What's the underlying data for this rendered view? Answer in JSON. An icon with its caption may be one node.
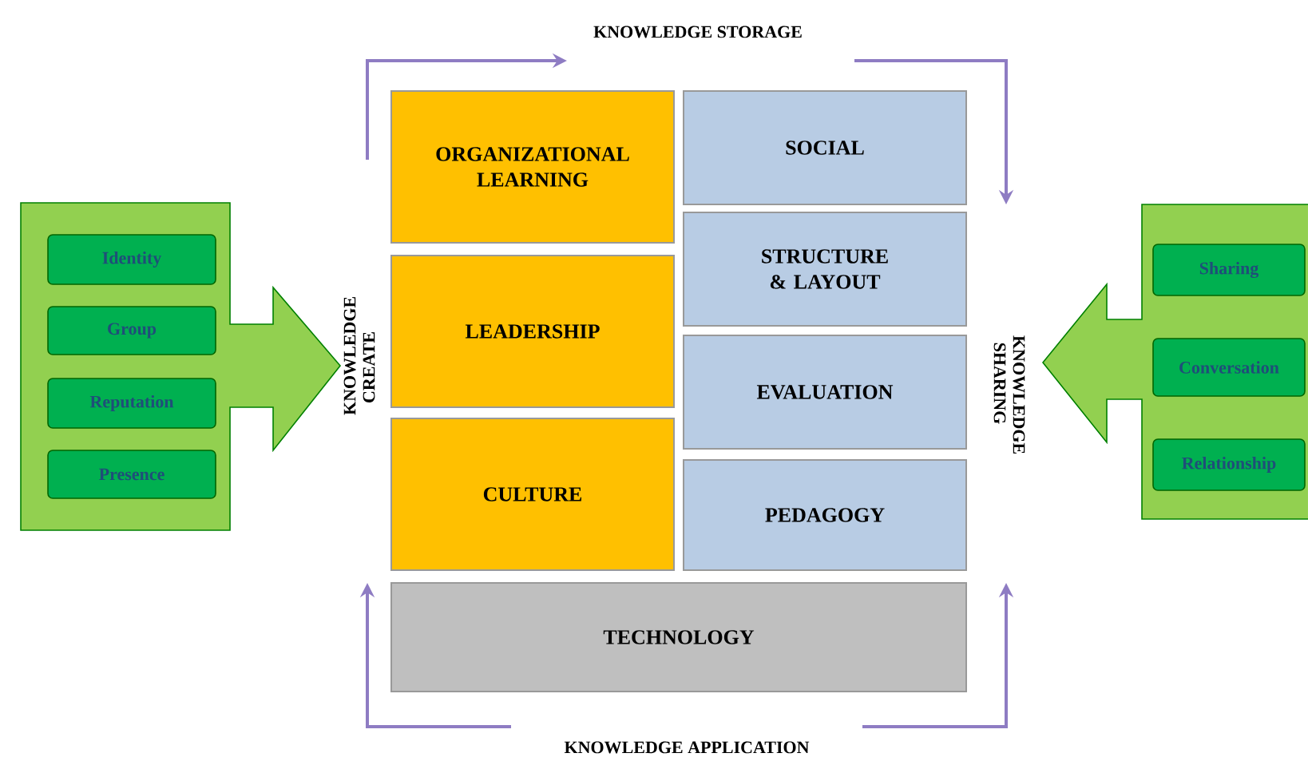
{
  "diagram": {
    "nodes": [
      {
        "text": [],
        "shape": "arrow"
      },
      {
        "text": [
          "Identity"
        ],
        "in": 0
      },
      {
        "text": [
          "Group"
        ],
        "in": 0
      },
      {
        "text": [
          "Reputation"
        ],
        "in": 0
      },
      {
        "text": [
          "Presence"
        ],
        "in": 0
      },
      {
        "text": [
          "ORGANIZATIONAL LEARNING"
        ]
      },
      {
        "text": [
          "LEADERSHIP"
        ]
      },
      {
        "text": [
          "CULTURE"
        ]
      },
      {
        "text": [
          "SOCIAL"
        ]
      },
      {
        "text": [
          "STRUCTURE & LAYOUT"
        ]
      },
      {
        "text": [
          "EVALUATION"
        ]
      },
      {
        "text": [
          "PEDAGOGY"
        ]
      },
      {
        "text": [
          "TECHNOLOGY"
        ]
      },
      {
        "text": [],
        "shape": "arrow"
      },
      {
        "text": [
          "Sharing"
        ],
        "in": 13
      },
      {
        "text": [
          "Conversation"
        ],
        "in": 13
      },
      {
        "text": [
          "Relationship"
        ],
        "in": 13
      }
    ],
    "edges": [],
    "labels": [
      "KNOWLEDGE STORAGE",
      "KNOWLEDGE CREATE",
      "KNOWLEDGE SHARING",
      "KNOWLEDGE APPLICATION"
    ]
  }
}
